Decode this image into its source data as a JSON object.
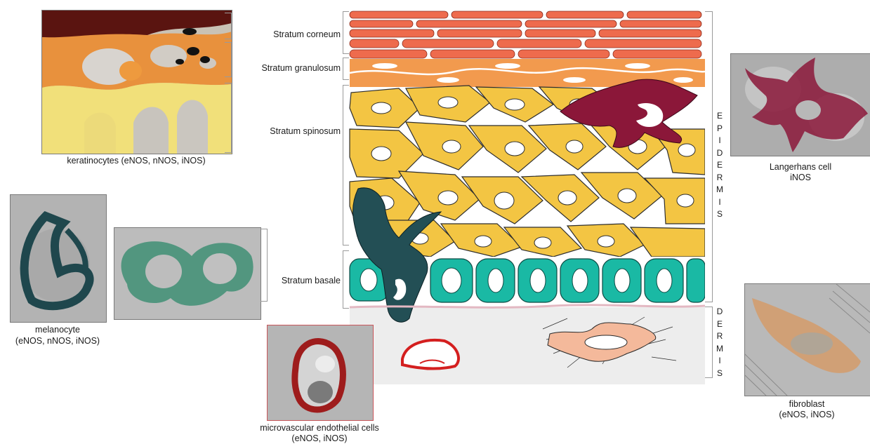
{
  "colors": {
    "corneum": "#ee6b4d",
    "granulosum": "#f29a4e",
    "spinosum": "#f3c543",
    "basale": "#1ab9a4",
    "melanocyte": "#234f55",
    "langerhans": "#8b1739",
    "endothelial": "#d41f1f",
    "fibroblast": "#f4b99b",
    "dermis": "#ededed"
  },
  "layers": {
    "corneum": "Stratum corneum",
    "granulosum": "Stratum granulosum",
    "spinosum": "Stratum spinosum",
    "basale": "Stratum basale"
  },
  "regions": {
    "epidermis": [
      "E",
      "P",
      "I",
      "D",
      "E",
      "R",
      "M",
      "I",
      "S"
    ],
    "dermis": [
      "D",
      "E",
      "R",
      "M",
      "I",
      "S"
    ]
  },
  "captions": {
    "keratinocytes": "keratinocytes (eNOS, nNOS, iNOS)",
    "melanocyte_line1": "melanocyte",
    "melanocyte_line2": "(eNOS, nNOS, iNOS)",
    "endothelial_line1": "microvascular endothelial cells",
    "endothelial_line2": "(eNOS, iNOS)",
    "langerhans_line1": "Langerhans cell",
    "langerhans_line2": "iNOS",
    "fibroblast_line1": "fibroblast",
    "fibroblast_line2": "(eNOS, iNOS)"
  }
}
